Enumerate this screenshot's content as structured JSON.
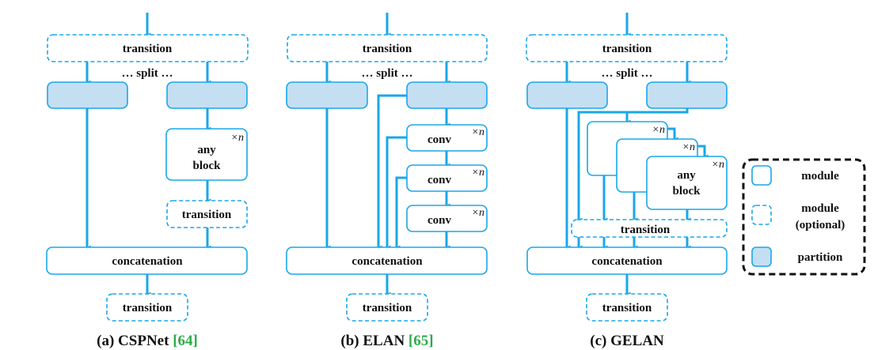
{
  "colors": {
    "stroke": "#1aa7ea",
    "partition_fill": "#c5dff2",
    "module_fill": "#ffffff",
    "text": "#111111",
    "citation": "#2eaa4a",
    "legend_border": "#111111"
  },
  "panels": [
    {
      "id": "cspnet",
      "caption_prefix": "(a) CSPNet ",
      "caption_citation": "[64]",
      "top_transition": "transition",
      "split_label": "… split …",
      "block_label_line1": "any",
      "block_label_line2": "block",
      "repeat_label": "×n",
      "mid_transition": "transition",
      "concat_label": "concatenation",
      "bottom_transition": "transition"
    },
    {
      "id": "elan",
      "caption_prefix": "(b) ELAN ",
      "caption_citation": "[65]",
      "top_transition": "transition",
      "split_label": "… split …",
      "conv_labels": [
        "conv",
        "conv",
        "conv"
      ],
      "repeat_label": "×n",
      "concat_label": "concatenation",
      "bottom_transition": "transition"
    },
    {
      "id": "gelan",
      "caption_prefix": "(c) GELAN",
      "caption_citation": "",
      "top_transition": "transition",
      "split_label": "… split …",
      "block_label_line1": "any",
      "block_label_line2": "block",
      "repeat_label": "×n",
      "mid_transition": "transition",
      "concat_label": "concatenation",
      "bottom_transition": "transition"
    }
  ],
  "legend": {
    "items": [
      {
        "kind": "module",
        "label_lines": [
          "module"
        ]
      },
      {
        "kind": "module-optional",
        "label_lines": [
          "module",
          "(optional)"
        ]
      },
      {
        "kind": "partition",
        "label_lines": [
          "partition"
        ]
      }
    ]
  }
}
